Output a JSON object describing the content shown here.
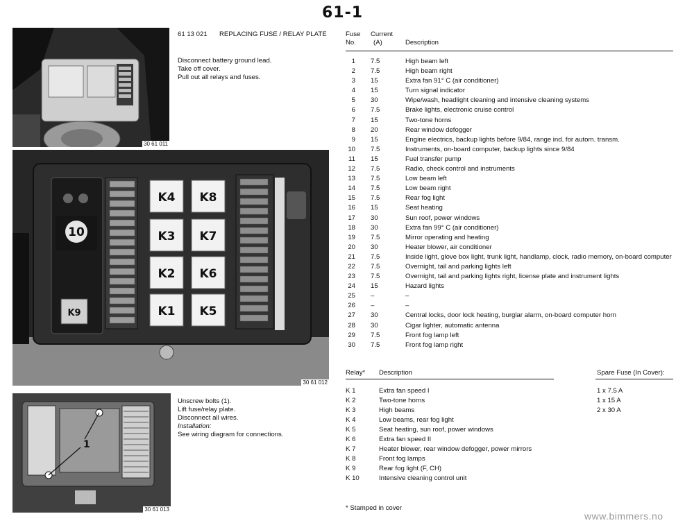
{
  "page": {
    "number": "61-1",
    "watermark": "www.bimmers.no"
  },
  "operation": {
    "code": "61 13 021",
    "title": "REPLACING FUSE / RELAY PLATE"
  },
  "instructions_1": [
    "Disconnect battery ground lead.",
    "Take off cover.",
    "Pull out all relays and fuses."
  ],
  "instructions_2": [
    "Unscrew bolts (1).",
    "Lift fuse/relay plate.",
    "Disconnect all wires.",
    "Installation:",
    "See wiring diagram for connections."
  ],
  "photos": {
    "top": {
      "code": "30 61 011"
    },
    "middle": {
      "code": "30 61 012",
      "relays": [
        "K4",
        "K8",
        "K3",
        "K7",
        "K2",
        "K6",
        "K1",
        "K5"
      ],
      "k10": "10",
      "k9": "K9"
    },
    "bottom": {
      "code": "30 61 013",
      "bolt_label": "1"
    }
  },
  "fuse_table": {
    "headers": {
      "fuse_line1": "Fuse",
      "fuse_line2": "No.",
      "current_line1": "Current",
      "current_line2": "(A)",
      "description": "Description"
    },
    "rows": [
      {
        "no": "1",
        "current": "7.5",
        "description": "High beam left"
      },
      {
        "no": "2",
        "current": "7.5",
        "description": "High beam right"
      },
      {
        "no": "3",
        "current": "15",
        "description": "Extra fan 91° C (air conditioner)"
      },
      {
        "no": "4",
        "current": "15",
        "description": "Turn signal indicator"
      },
      {
        "no": "5",
        "current": "30",
        "description": "Wipe/wash, headlight cleaning and intensive cleaning systems"
      },
      {
        "no": "6",
        "current": "7.5",
        "description": "Brake lights, electronic cruise control"
      },
      {
        "no": "7",
        "current": "15",
        "description": "Two-tone horns"
      },
      {
        "no": "8",
        "current": "20",
        "description": "Rear window defogger"
      },
      {
        "no": "9",
        "current": "15",
        "description": "Engine electrics, backup lights before 9/84, range ind. for autom. transm."
      },
      {
        "no": "10",
        "current": "7.5",
        "description": "Instruments, on-board computer, backup lights since 9/84"
      },
      {
        "no": "11",
        "current": "15",
        "description": "Fuel transfer pump"
      },
      {
        "no": "12",
        "current": "7.5",
        "description": "Radio, check control and instruments"
      },
      {
        "no": "13",
        "current": "7.5",
        "description": "Low beam left"
      },
      {
        "no": "14",
        "current": "7.5",
        "description": "Low beam right"
      },
      {
        "no": "15",
        "current": "7.5",
        "description": "Rear fog light"
      },
      {
        "no": "16",
        "current": "15",
        "description": "Seat heating"
      },
      {
        "no": "17",
        "current": "30",
        "description": "Sun roof, power windows"
      },
      {
        "no": "18",
        "current": "30",
        "description": "Extra fan 99° C (air conditioner)"
      },
      {
        "no": "19",
        "current": "7.5",
        "description": "Mirror operating and heating"
      },
      {
        "no": "20",
        "current": "30",
        "description": "Heater blower, air conditioner"
      },
      {
        "no": "21",
        "current": "7.5",
        "description": "Inside light, glove box light, trunk light, handlamp, clock, radio memory, on-board computer"
      },
      {
        "no": "22",
        "current": "7.5",
        "description": "Overnight, tail and parking lights left"
      },
      {
        "no": "23",
        "current": "7.5",
        "description": "Overnight, tail and parking lights right, license plate and instrument lights"
      },
      {
        "no": "24",
        "current": "15",
        "description": "Hazard lights"
      },
      {
        "no": "25",
        "current": "–",
        "description": "–"
      },
      {
        "no": "26",
        "current": "–",
        "description": "–"
      },
      {
        "no": "27",
        "current": "30",
        "description": "Central locks, door lock heating, burglar alarm, on-board computer horn"
      },
      {
        "no": "28",
        "current": "30",
        "description": "Cigar lighter, automatic antenna"
      },
      {
        "no": "29",
        "current": "7.5",
        "description": "Front fog lamp left"
      },
      {
        "no": "30",
        "current": "7.5",
        "description": "Front fog lamp right"
      }
    ]
  },
  "relay_table": {
    "headers": {
      "relay": "Relay*",
      "description": "Description",
      "spare": "Spare Fuse (In Cover):"
    },
    "rows": [
      {
        "id": "K 1",
        "description": "Extra fan speed I"
      },
      {
        "id": "K 2",
        "description": "Two-tone horns"
      },
      {
        "id": "K 3",
        "description": "High beams"
      },
      {
        "id": "K 4",
        "description": "Low beams, rear fog light"
      },
      {
        "id": "K 5",
        "description": "Seat heating, sun roof, power windows"
      },
      {
        "id": "K 6",
        "description": "Extra fan speed II"
      },
      {
        "id": "K 7",
        "description": "Heater blower, rear window defogger, power mirrors"
      },
      {
        "id": "K 8",
        "description": "Front fog lamps"
      },
      {
        "id": "K 9",
        "description": "Rear fog light (F, CH)"
      },
      {
        "id": "K 10",
        "description": "Intensive cleaning control unit"
      }
    ],
    "spare_fuses": [
      "1 x 7.5 A",
      "1 x 15 A",
      "2 x 30 A"
    ],
    "footnote": "* Stamped in cover"
  }
}
